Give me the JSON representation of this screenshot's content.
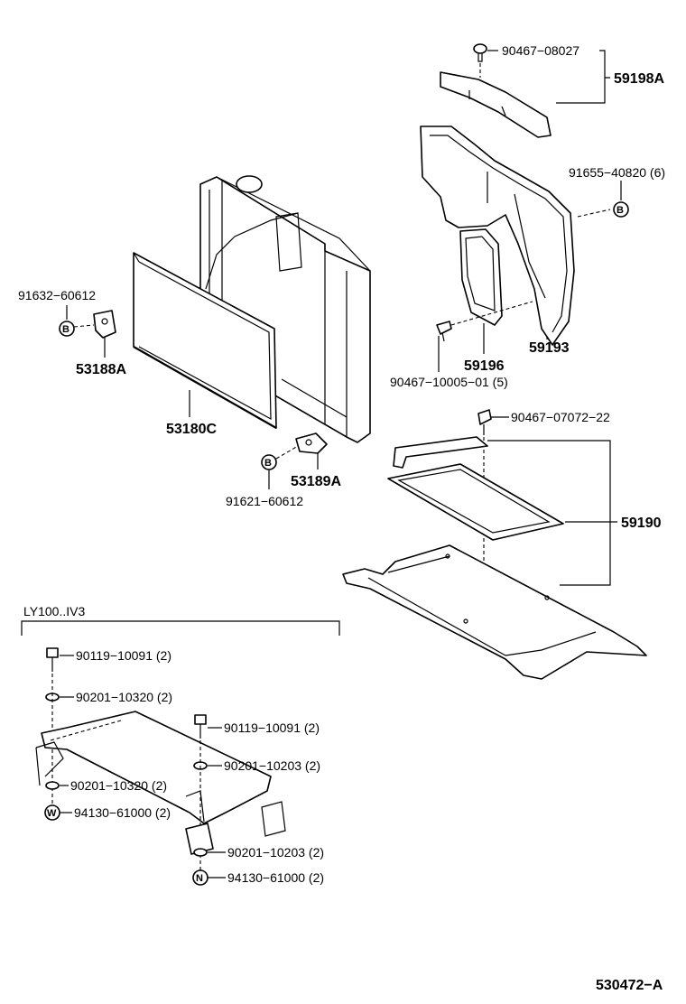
{
  "labels": {
    "p90467_08027": "90467−08027",
    "p59198A": "59198A",
    "p91655_40820": "91655−40820 (6)",
    "p91632_60612": "91632−60612",
    "p53188A": "53188A",
    "p53180C": "53180C",
    "p59196": "59196",
    "p59193": "59193",
    "p90467_10005": "90467−10005−01 (5)",
    "p90467_07072": "90467−07072−22",
    "p53189A": "53189A",
    "p91621_60612": "91621−60612",
    "p59190": "59190",
    "variant": "LY100..IV3",
    "p90119_a": "90119−10091 (2)",
    "p90201_10320_a": "90201−10320 (2)",
    "p90119_b": "90119−10091 (2)",
    "p90201_10203_a": "90201−10203 (2)",
    "p90201_10320_b": "90201−10320 (2)",
    "p94130_a": "94130−61000 (2)",
    "p90201_10203_b": "90201−10203 (2)",
    "p94130_b": "94130−61000 (2)",
    "figure_id": "530472−A"
  },
  "marks": {
    "b": "B",
    "w": "W",
    "n": "N"
  }
}
